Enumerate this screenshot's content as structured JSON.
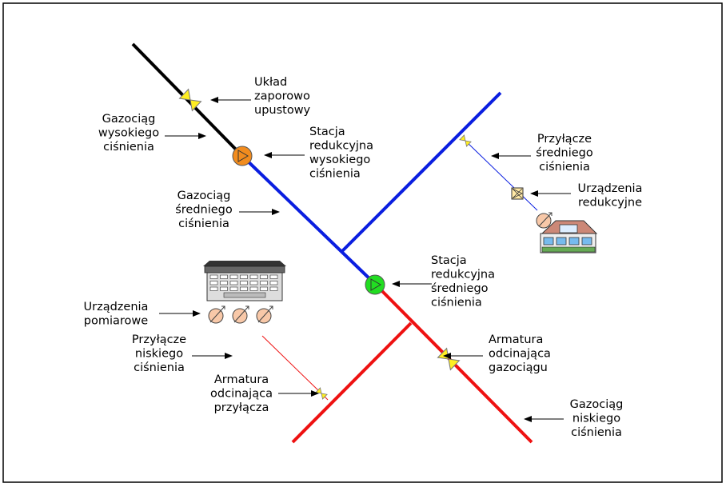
{
  "labels": {
    "uklad": [
      "Układ",
      "zaporowo",
      "upustowy"
    ],
    "gaz_wys": [
      "Gazociąg",
      "wysokiego",
      "ciśnienia"
    ],
    "stacja_wys": [
      "Stacja",
      "redukcyjna",
      "wysokiego",
      "ciśnienia"
    ],
    "gaz_sred": [
      "Gazociąg",
      "średniego",
      "ciśnienia"
    ],
    "przylacze_sred": [
      "Przyłącze",
      "średniego",
      "ciśnienia"
    ],
    "urz_red": [
      "Urządzenia",
      "redukcyjne"
    ],
    "stacja_sred": [
      "Stacja",
      "redukcyjna",
      "średniego",
      "ciśnienia"
    ],
    "urz_pom": [
      "Urządzenia",
      "pomiarowe"
    ],
    "przylacze_nis": [
      "Przyłącze",
      "niskiego",
      "ciśnienia"
    ],
    "arm_gaz": [
      "Armatura",
      "odcinająca",
      "gazociągu"
    ],
    "arm_przy": [
      "Armatura",
      "odcinająca",
      "przyłącza"
    ],
    "gaz_nis": [
      "Gazociąg",
      "niskiego",
      "ciśnienia"
    ]
  },
  "colors": {
    "high_pressure": "#000000",
    "medium_pressure": "#0a1ee0",
    "low_pressure": "#ee1111",
    "station_high": "#f28c1e",
    "station_medium": "#22dd22",
    "valve": "#ffee22",
    "frame": "#000000"
  },
  "icons": {
    "valve": "valve-icon",
    "station": "reduction-station-icon",
    "meter": "gas-meter-icon",
    "house": "house-icon",
    "building": "apartment-building-icon",
    "regulator": "pressure-regulator-icon"
  }
}
